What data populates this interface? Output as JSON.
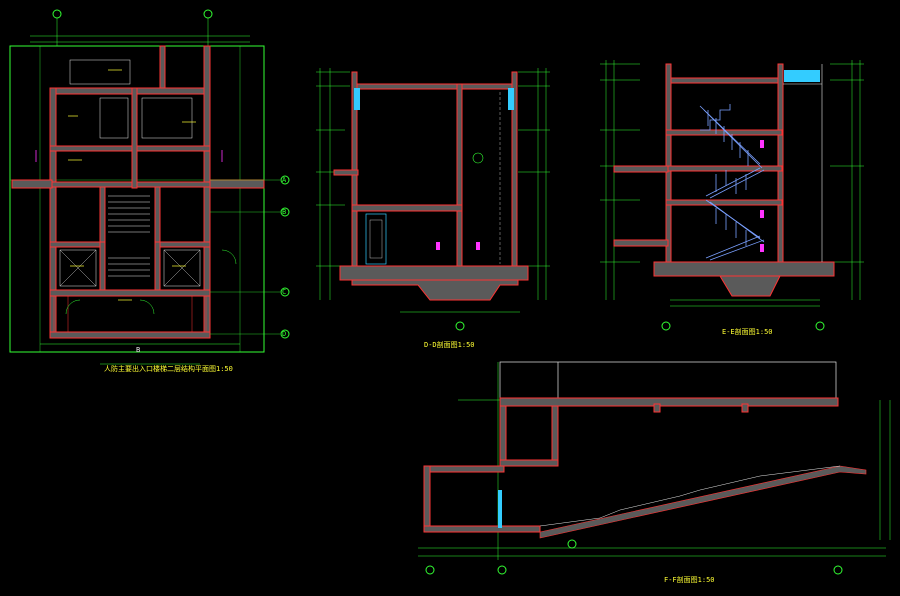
{
  "colors": {
    "background": "#000000",
    "wall_outline": "#ff3333",
    "wall_fill": "#5a5a5a",
    "dimension": "#33ff33",
    "text": "#ffff33",
    "axis_bubble": "#33ff33",
    "stair": "#7aa0ff",
    "door": "#ff33ff",
    "window": "#33ccff",
    "white_line": "#e8e8e8"
  },
  "drawings": {
    "plan": {
      "title": "人防主要出入口楼梯二层结构平面图1:50"
    },
    "section_d": {
      "title": "D-D剖面图1:50"
    },
    "section_e": {
      "title": "E-E剖面图1:50"
    },
    "section_f": {
      "title": "F-F剖面图1:50"
    }
  },
  "plan_axes": [
    "A",
    "B",
    "C",
    "D"
  ],
  "plan_bottom_axis": "B"
}
